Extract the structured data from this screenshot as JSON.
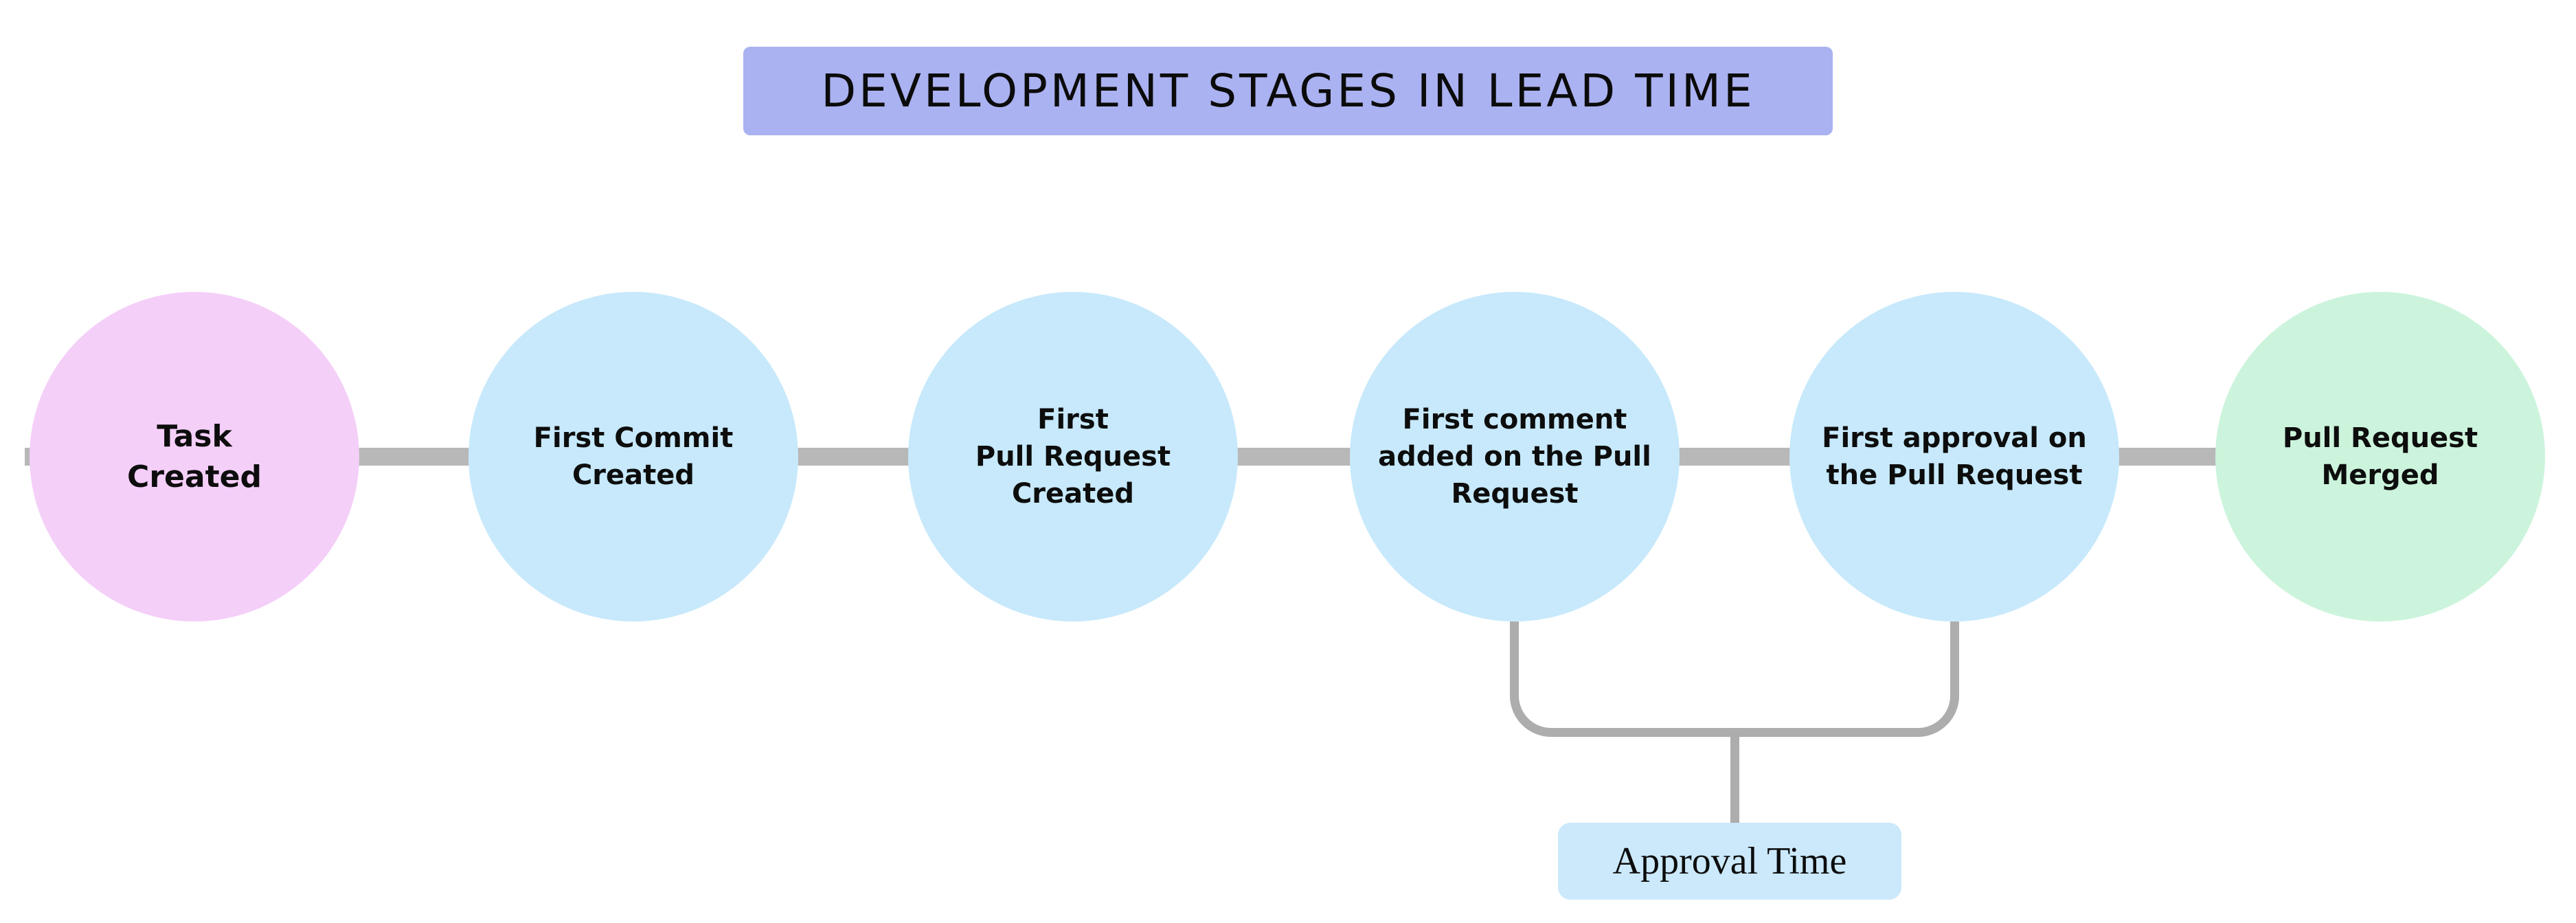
{
  "title": {
    "text": "DEVELOPMENT STAGES IN LEAD TIME"
  },
  "colors": {
    "title_bg": "#aab2f1",
    "stage_pink": "#f4cff8",
    "stage_blue": "#c7e9fb",
    "stage_green": "#ccf4dc",
    "connector": "#b8b8b8",
    "bracket": "#adadad",
    "annotation_bg": "#cbe9fb"
  },
  "stages": [
    {
      "label": "Task\nCreated",
      "color": "#f4cff8"
    },
    {
      "label": "First Commit\nCreated",
      "color": "#c7e9fb"
    },
    {
      "label": "First\nPull Request\nCreated",
      "color": "#c7e9fb"
    },
    {
      "label": "First comment\nadded on the Pull\nRequest",
      "color": "#c7e9fb"
    },
    {
      "label": "First approval on\nthe Pull Request",
      "color": "#c7e9fb"
    },
    {
      "label": "Pull Request\nMerged",
      "color": "#ccf4dc"
    }
  ],
  "annotation": {
    "label": "Approval Time"
  }
}
